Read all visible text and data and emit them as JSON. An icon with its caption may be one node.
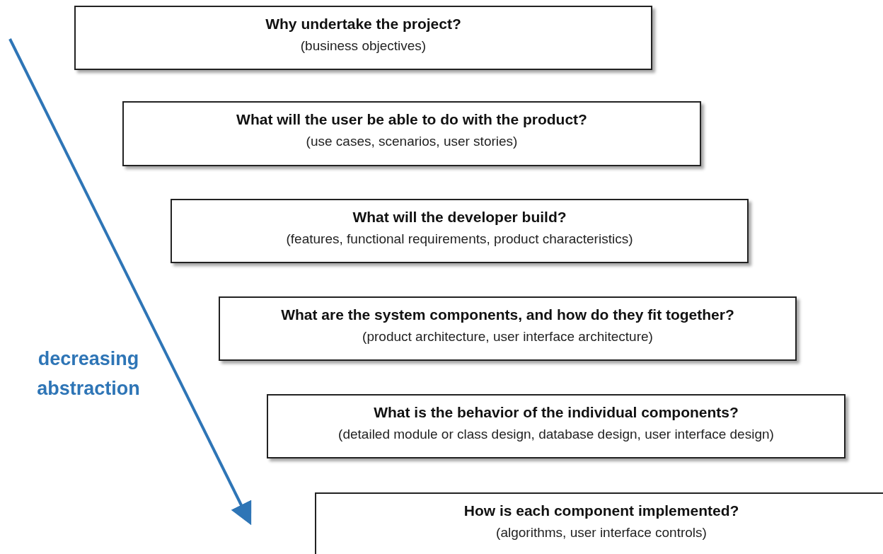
{
  "diagram": {
    "nodes": [
      {
        "text": [
          "Why undertake the project?",
          "(business objectives)"
        ]
      },
      {
        "text": [
          "What will the user be able to do with the product?",
          "(use cases, scenarios, user stories)"
        ]
      },
      {
        "text": [
          "What will the developer build?",
          "(features, functional requirements, product characteristics)"
        ]
      },
      {
        "text": [
          "What are the system components, and how do they fit together?",
          "(product architecture, user interface architecture)"
        ]
      },
      {
        "text": [
          "What is the behavior of the individual components?",
          "(detailed module or class design, database design, user interface design)"
        ]
      },
      {
        "text": [
          "How is each component implemented?",
          "(algorithms, user interface controls)"
        ]
      }
    ],
    "edges": [],
    "labels": [
      "decreasing abstraction"
    ]
  }
}
